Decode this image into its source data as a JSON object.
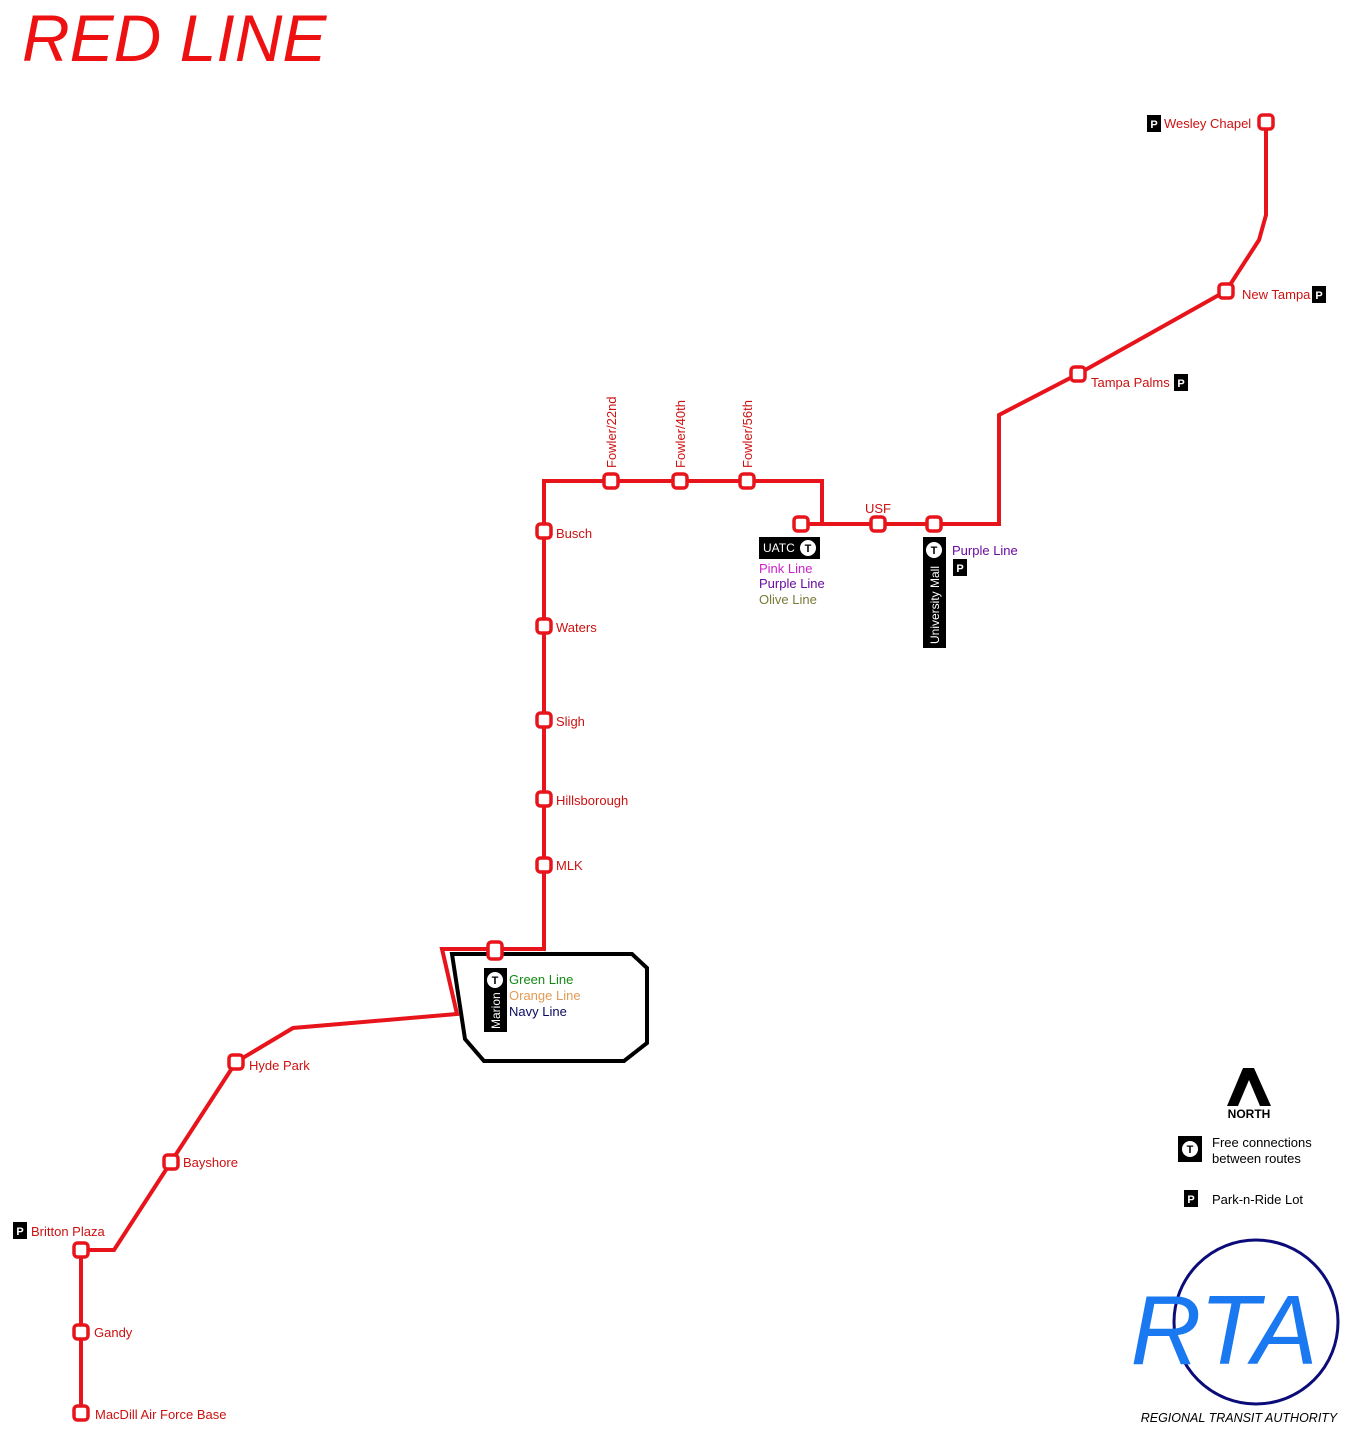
{
  "map_title": "RED LINE",
  "stations": {
    "wesley_chapel": "Wesley Chapel",
    "new_tampa": "New Tampa",
    "tampa_palms": "Tampa Palms",
    "fowler_22nd": "Fowler/22nd",
    "fowler_40th": "Fowler/40th",
    "fowler_56th": "Fowler/56th",
    "usf": "USF",
    "uatc": "UATC",
    "university_mall": "University Mall",
    "busch": "Busch",
    "waters": "Waters",
    "sligh": "Sligh",
    "hillsborough": "Hillsborough",
    "mlk": "MLK",
    "marion": "Marion",
    "hyde_park": "Hyde Park",
    "bayshore": "Bayshore",
    "britton_plaza": "Britton Plaza",
    "gandy": "Gandy",
    "macdill": "MacDill Air Force Base"
  },
  "connections": {
    "uatc": [
      "Pink Line",
      "Purple Line",
      "Olive Line"
    ],
    "university_mall": [
      "Purple Line"
    ],
    "marion": [
      "Green Line",
      "Orange Line",
      "Navy Line"
    ]
  },
  "line_colors": {
    "red": "#e8141b",
    "pink": "#cc22cc",
    "purple": "#6a0aa0",
    "olive": "#7a7a3a",
    "green": "#138a13",
    "orange": "#e39a55",
    "navy": "#0a0a60"
  },
  "legend": {
    "north_label": "NORTH",
    "transfer_line1": "Free connections",
    "transfer_line2": "between routes",
    "transfer_icon": "T",
    "park_ride": "Park-n-Ride Lot",
    "park_icon": "P"
  },
  "logo": {
    "letters": "RTA",
    "tagline": "REGIONAL TRANSIT AUTHORITY",
    "letters_color": "#1a78f0",
    "ring_color": "#0b0b7a"
  }
}
